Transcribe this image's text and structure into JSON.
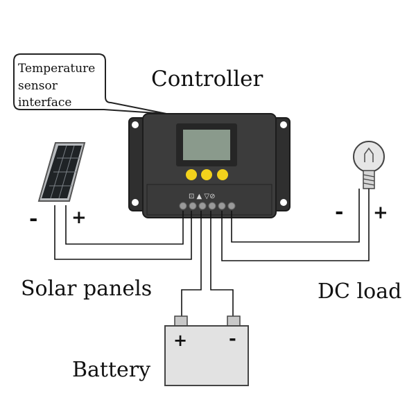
{
  "labels": {
    "controller": "Controller",
    "sensor_line1": "Temperature",
    "sensor_line2": "sensor",
    "sensor_line3": "interface",
    "solar": "Solar panels",
    "dc_load": "DC load",
    "battery": "Battery"
  },
  "polarity": {
    "solar_neg": "-",
    "solar_pos": "+",
    "load_neg": "-",
    "load_pos": "+",
    "battery_pos": "+",
    "battery_neg": "-"
  },
  "colors": {
    "controller_body": "#3c3c3c",
    "lcd_screen": "#8a9a8c",
    "controller_buttons": "#f2d21c",
    "panel_cells": "#1f2326",
    "bulb_glass": "#e6e6e6",
    "battery_body": "#e2e2e2"
  },
  "icons": {
    "solar": "solar-panel-icon",
    "battery": "battery-icon",
    "load": "light-bulb-icon",
    "controller": "charge-controller-icon"
  }
}
